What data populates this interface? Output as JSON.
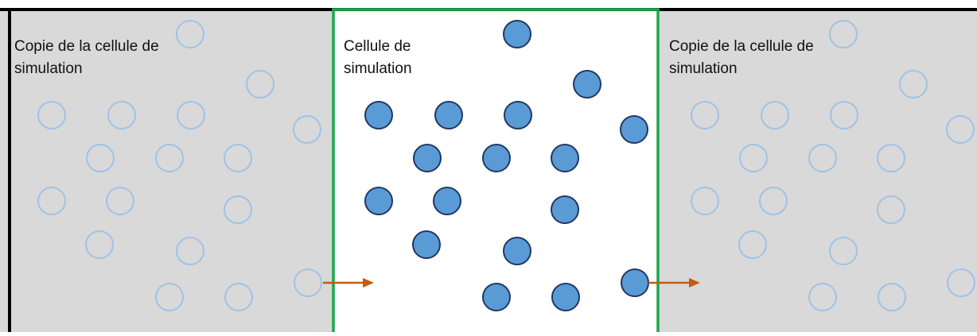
{
  "colors": {
    "copy_background": "#d9d9d9",
    "cell_background": "#ffffff",
    "outer_border": "#000000",
    "cell_border": "#1aa84a",
    "particle_fill": "#5b9bd5",
    "particle_stroke": "#1f3864",
    "ghost_stroke": "#9dc3e6",
    "arrow": "#c55a11"
  },
  "left_copy": {
    "line1": "Copie de la cellule de",
    "line2": "simulation"
  },
  "center_cell": {
    "line1": "Cellule de",
    "line2": "simulation"
  },
  "right_copy": {
    "line1": "Copie de la cellule de",
    "line2": "simulation"
  }
}
